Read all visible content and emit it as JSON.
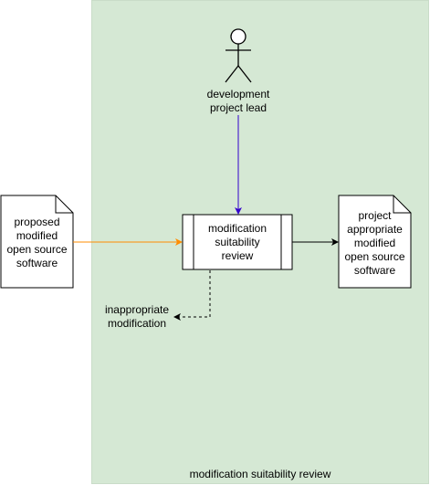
{
  "diagram": {
    "zone_title": "modification suitability review",
    "actor_label": "development\nproject lead",
    "input_doc_label": "proposed\nmodified\nopen source\nsoftware",
    "process_label": "modification\nsuitability\nreview",
    "output_doc_label": "project\nappropriate\nmodified\nopen source\nsoftware",
    "reject_label": "inappropriate\nmodification",
    "colors": {
      "zone_fill": "#d5e8d4",
      "actor_arrow": "#3300cc",
      "input_arrow": "#ff8c00",
      "default_line": "#000000"
    }
  }
}
